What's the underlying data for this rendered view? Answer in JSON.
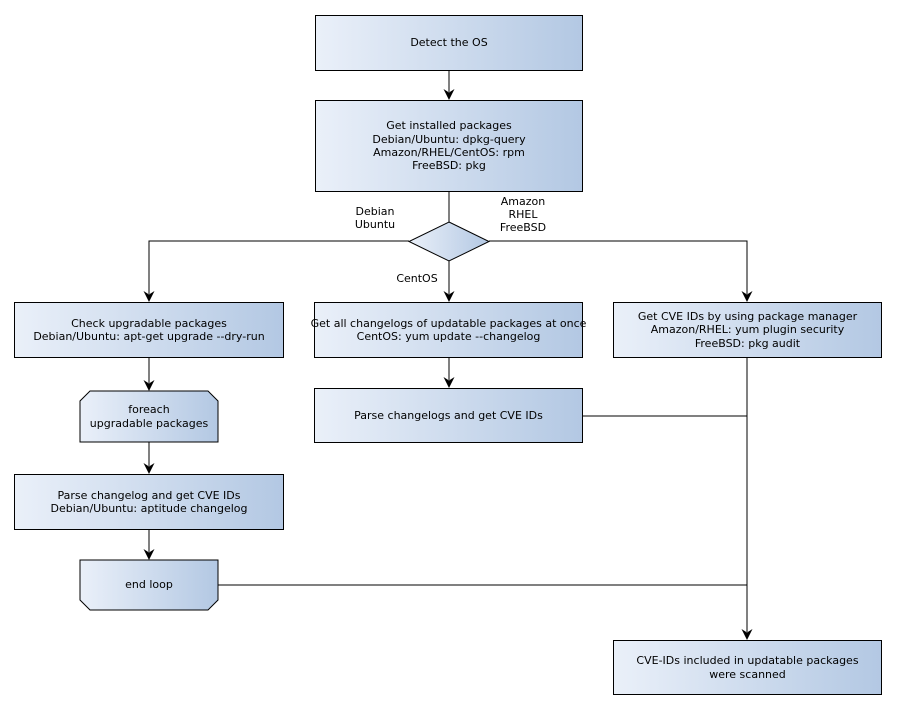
{
  "diagram": {
    "type": "flowchart",
    "description": "OS package vulnerability scan flow",
    "colors": {
      "node_fill_left": "#eaf0f9",
      "node_fill_right": "#b3c8e3",
      "node_border": "#000000",
      "connector": "#000000",
      "background": "#ffffff",
      "text": "#000000"
    }
  },
  "nodes": {
    "detect_os": {
      "shape": "box",
      "lines": [
        "Detect the OS"
      ]
    },
    "get_installed_packages": {
      "shape": "box",
      "lines": [
        "Get installed packages",
        "Debian/Ubuntu: dpkg-query",
        "Amazon/RHEL/CentOS: rpm",
        "FreeBSD: pkg"
      ]
    },
    "os_decision": {
      "shape": "diamond",
      "lines": []
    },
    "check_upgradable_packages": {
      "shape": "box",
      "lines": [
        "Check upgradable packages",
        "Debian/Ubuntu: apt-get upgrade --dry-run"
      ]
    },
    "foreach_loop": {
      "shape": "loop-start",
      "lines": [
        "foreach",
        "upgradable  packages"
      ]
    },
    "parse_changelog": {
      "shape": "box",
      "lines": [
        "Parse changelog and get  CVE IDs",
        "Debian/Ubuntu: aptitude changelog"
      ]
    },
    "end_loop": {
      "shape": "loop-end",
      "lines": [
        "end loop"
      ]
    },
    "get_all_changelogs": {
      "shape": "box",
      "lines": [
        "Get all changelogs of updatable packages at once",
        "CentOS: yum update --changelog"
      ]
    },
    "parse_changelogs": {
      "shape": "box",
      "lines": [
        "Parse changelogs and get CVE IDs"
      ]
    },
    "get_cve_ids_by_pkg_manager": {
      "shape": "box",
      "lines": [
        "Get CVE IDs by using package manager",
        "Amazon/RHEL: yum plugin security",
        "FreeBSD: pkg audit"
      ]
    },
    "scan_result": {
      "shape": "box",
      "lines": [
        "CVE-IDs included in updatable packages",
        "were scanned"
      ]
    }
  },
  "edge_labels": {
    "debian_ubuntu": {
      "lines": [
        "Debian",
        "Ubuntu"
      ]
    },
    "amazon_rhel_freebsd": {
      "lines": [
        "Amazon",
        "RHEL",
        "FreeBSD"
      ]
    },
    "centos": {
      "lines": [
        "CentOS"
      ]
    }
  },
  "edges": [
    {
      "from": "detect_os",
      "to": "get_installed_packages",
      "arrow": true
    },
    {
      "from": "get_installed_packages",
      "to": "os_decision",
      "arrow": false
    },
    {
      "from": "os_decision",
      "to": "check_upgradable_packages",
      "label": "Debian Ubuntu",
      "arrow": true
    },
    {
      "from": "os_decision",
      "to": "get_all_changelogs",
      "label": "CentOS",
      "arrow": true
    },
    {
      "from": "os_decision",
      "to": "get_cve_ids_by_pkg_manager",
      "label": "Amazon RHEL FreeBSD",
      "arrow": true
    },
    {
      "from": "check_upgradable_packages",
      "to": "foreach_loop",
      "arrow": true
    },
    {
      "from": "foreach_loop",
      "to": "parse_changelog",
      "arrow": true
    },
    {
      "from": "parse_changelog",
      "to": "end_loop",
      "arrow": true
    },
    {
      "from": "end_loop",
      "to": "scan_result",
      "arrow": false
    },
    {
      "from": "get_all_changelogs",
      "to": "parse_changelogs",
      "arrow": true
    },
    {
      "from": "parse_changelogs",
      "to": "scan_result",
      "arrow": false
    },
    {
      "from": "get_cve_ids_by_pkg_manager",
      "to": "scan_result",
      "arrow": true
    }
  ]
}
